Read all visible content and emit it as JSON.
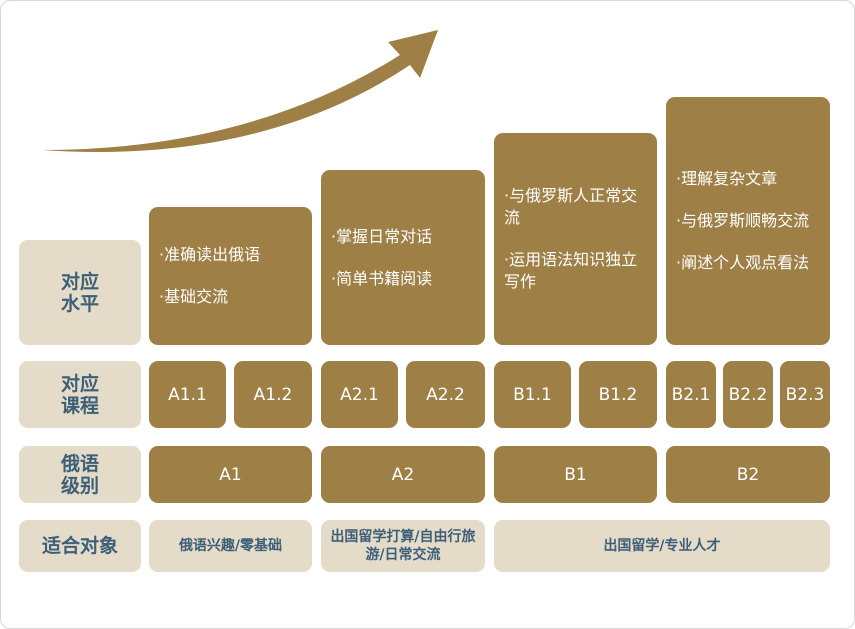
{
  "row_labels": {
    "level": "对应\n水平",
    "course": "对应\n课程",
    "grade": "俄语\n级别",
    "target": "适合对象"
  },
  "levels": [
    {
      "grade": "A1",
      "courses": [
        "A1.1",
        "A1.2"
      ],
      "desc": [
        "·准确读出俄语",
        "·基础交流"
      ]
    },
    {
      "grade": "A2",
      "courses": [
        "A2.1",
        "A2.2"
      ],
      "desc": [
        "·掌握日常对话",
        "·简单书籍阅读"
      ]
    },
    {
      "grade": "B1",
      "courses": [
        "B1.1",
        "B1.2"
      ],
      "desc": [
        "·与俄罗斯人正常交流",
        "·运用语法知识独立写作"
      ]
    },
    {
      "grade": "B2",
      "courses": [
        "B2.1",
        "B2.2",
        "B2.3"
      ],
      "desc": [
        "·理解复杂文章",
        "·与俄罗斯顺畅交流",
        "·阐述个人观点看法"
      ]
    }
  ],
  "targets": [
    "俄语兴趣/零基础",
    "出国留学打算/自由行旅游/日常交流",
    "出国留学/专业人才"
  ],
  "colors": {
    "gold": "#9e7f45",
    "beige": "#e4dbc8",
    "label_text": "#3d5f78"
  }
}
